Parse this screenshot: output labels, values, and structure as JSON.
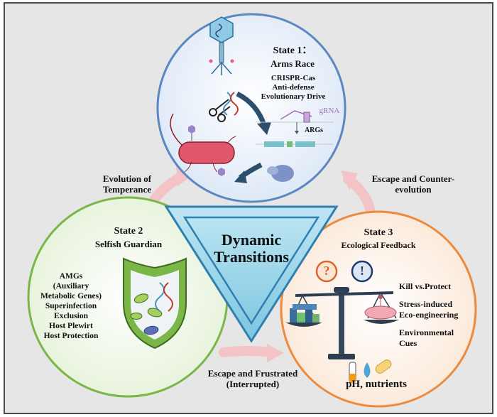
{
  "center": {
    "line1": "Dynamic",
    "line2": "Transitions"
  },
  "state1": {
    "title": "State 1：",
    "subtitle": "Arms Race",
    "items": [
      "CRISPR-Cas",
      "Anti-defense",
      "Evolutionary Drive"
    ],
    "gRNA": "gRNA",
    "ARGs": "ARGs"
  },
  "state2": {
    "title": "State 2",
    "subtitle": "Selfish Guardian",
    "items": [
      "AMGs",
      "(Auxiliary",
      "Metabolic Genes)",
      "Superinfection",
      "Exclusion",
      "Host Plewirt",
      "Host Protection"
    ]
  },
  "state3": {
    "title": "State 3",
    "subtitle": "Ecological Feedback",
    "items": [
      "Kill vs.Protect",
      "Stress-induced",
      "Eco-engineering",
      "Environmental",
      "Cues"
    ],
    "footer": "pH, nutrients",
    "question_mark": "?",
    "exclamation_mark": "!"
  },
  "transitions": {
    "left": [
      "Evolution of",
      "Temperance"
    ],
    "right": [
      "Escape and Counter-",
      "evolution"
    ],
    "bottom": [
      "Escape and Frustrated",
      "(Interrupted)"
    ]
  },
  "colors": {
    "state1": "#5b87c2",
    "state2": "#7ab648",
    "state3": "#ec8a3e",
    "triangle": "#8fd0e6",
    "arrow": "#f3c3c6",
    "background": "#e6e6e6"
  }
}
